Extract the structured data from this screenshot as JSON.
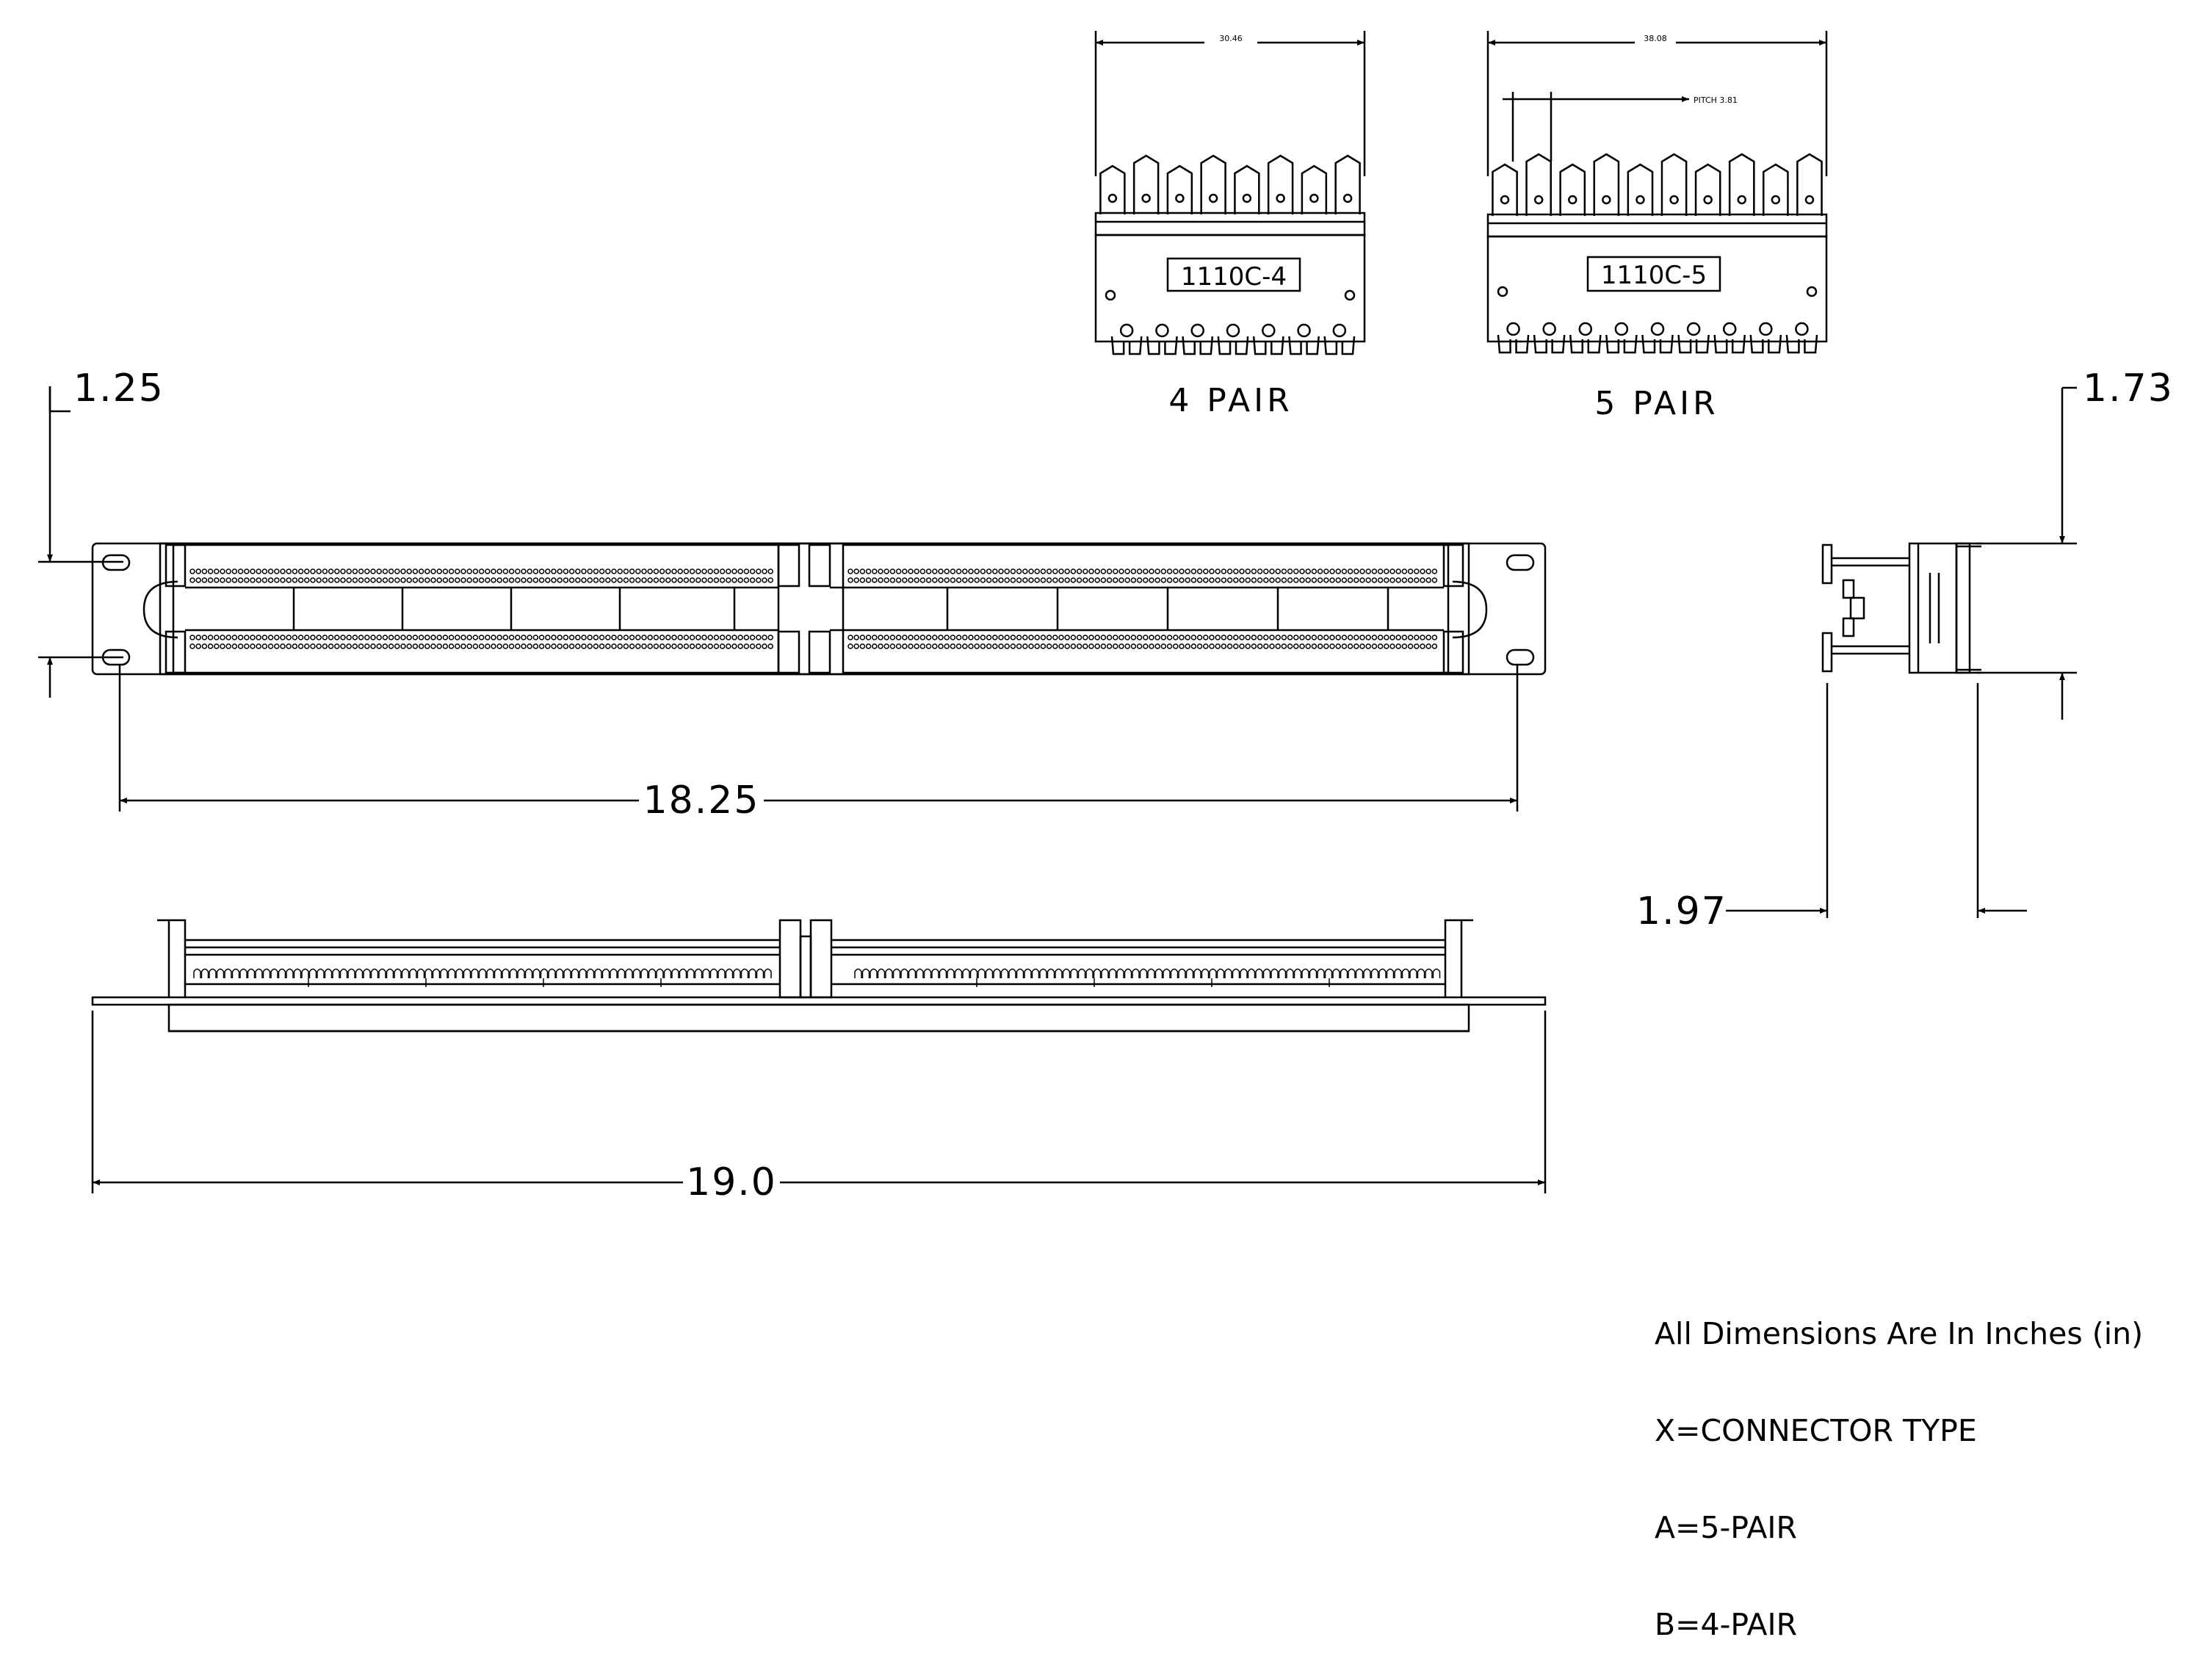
{
  "connectors": {
    "four_pair": {
      "width_dim": "30.46",
      "part_label": "1110C-4",
      "caption": "4 PAIR"
    },
    "five_pair": {
      "width_dim": "38.08",
      "pitch_label": "PITCH 3.81",
      "part_label": "1110C-5",
      "caption": "5 PAIR"
    }
  },
  "front_view": {
    "height_dim": "1.25",
    "mounting_width_dim": "18.25"
  },
  "bottom_view": {
    "overall_width_dim": "19.0"
  },
  "side_view": {
    "height_dim": "1.73",
    "depth_dim": "1.97"
  },
  "notes": {
    "units": "All Dimensions Are In Inches (in)",
    "connector_type": "X=CONNECTOR TYPE",
    "type_a": "A=5-PAIR",
    "type_b": "B=4-PAIR"
  }
}
